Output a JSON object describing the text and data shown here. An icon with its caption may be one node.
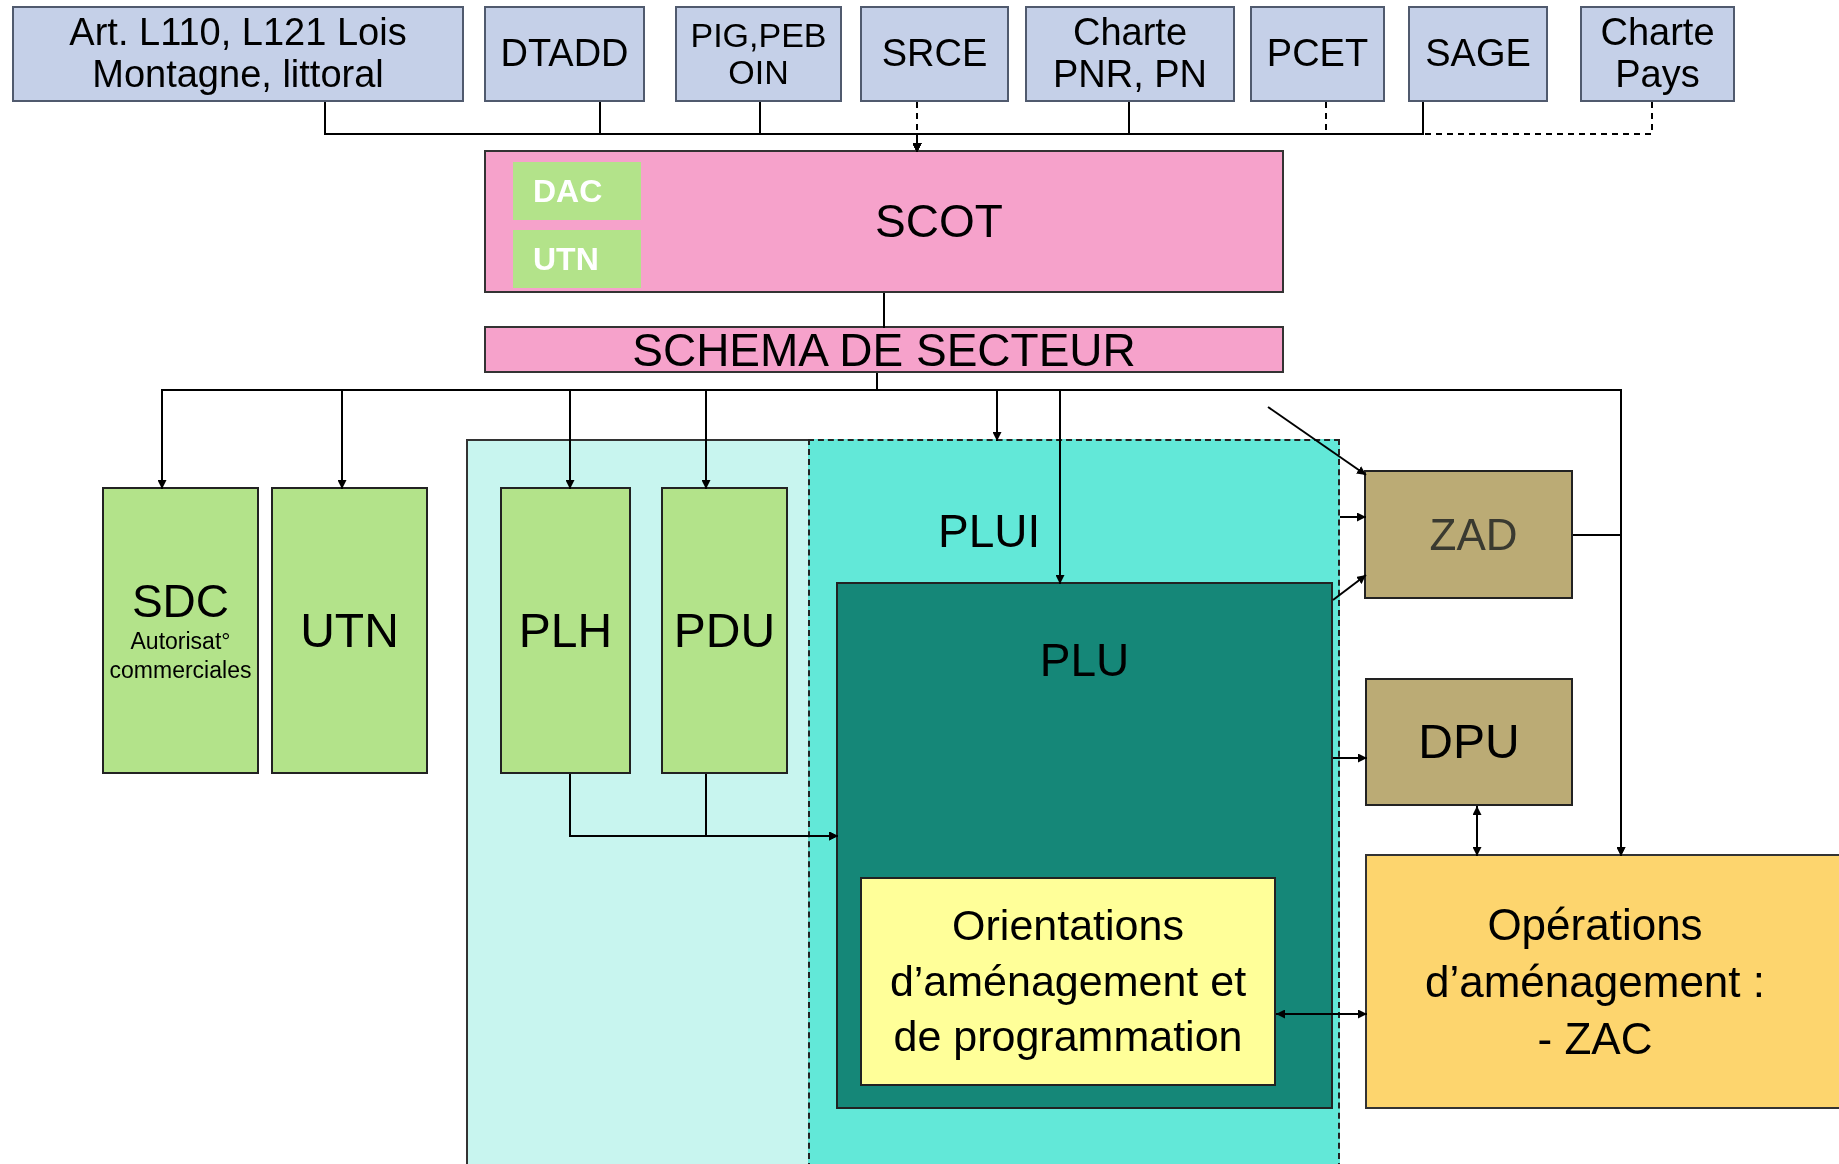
{
  "diagram": {
    "nodes": [
      {
        "text": [
          "Art. L110, L121 Lois Montagne, littoral"
        ]
      },
      {
        "text": [
          "DTADD"
        ]
      },
      {
        "text": [
          "PIG,PEB OIN"
        ]
      },
      {
        "text": [
          "SRCE"
        ]
      },
      {
        "text": [
          "Charte PNR, PN"
        ]
      },
      {
        "text": [
          "PCET"
        ]
      },
      {
        "text": [
          "SAGE"
        ]
      },
      {
        "text": [
          "Charte Pays"
        ]
      },
      {
        "text": [
          "SCOT"
        ]
      },
      {
        "text": [
          "DAC"
        ],
        "in": 8
      },
      {
        "text": [
          "UTN"
        ],
        "in": 8
      },
      {
        "text": [
          "SCHEMA DE SECTEUR"
        ]
      },
      {
        "text": [
          "SDC",
          "Autorisat° commerciales"
        ]
      },
      {
        "text": [
          "UTN"
        ]
      },
      {
        "text": [],
        "shape": "box"
      },
      {
        "text": [
          "PLH"
        ],
        "in": 14
      },
      {
        "text": [
          "PDU"
        ],
        "in": 14
      },
      {
        "text": [
          "PLUI"
        ],
        "in": 14
      },
      {
        "text": [
          "PLU"
        ],
        "in": 17
      },
      {
        "text": [
          "Orientations d’aménagement et de programmation"
        ],
        "in": 18
      },
      {
        "text": [
          "ZAD"
        ]
      },
      {
        "text": [
          "DPU"
        ]
      },
      {
        "text": [
          "Opérations d’aménagement :",
          "- ZAC"
        ]
      }
    ],
    "edges": [
      {
        "from": 0,
        "to": 8,
        "arrow": "to"
      },
      {
        "from": 1,
        "to": 8,
        "arrow": "to"
      },
      {
        "from": 2,
        "to": 8,
        "arrow": "to"
      },
      {
        "from": 3,
        "to": 8,
        "arrow": "to",
        "style": "dashed"
      },
      {
        "from": 4,
        "to": 8,
        "arrow": "to"
      },
      {
        "from": 5,
        "to": 8,
        "arrow": "to",
        "style": "dashed"
      },
      {
        "from": 6,
        "to": 8,
        "arrow": "to"
      },
      {
        "from": 7,
        "to": 8,
        "arrow": "to",
        "style": "dashed"
      },
      {
        "from": 8,
        "to": 11,
        "arrow": "none"
      },
      {
        "from": 11,
        "to": 12,
        "arrow": "to"
      },
      {
        "from": 11,
        "to": 13,
        "arrow": "to"
      },
      {
        "from": 11,
        "to": 15,
        "arrow": "to"
      },
      {
        "from": 11,
        "to": 16,
        "arrow": "to"
      },
      {
        "from": 11,
        "to": 17,
        "arrow": "to"
      },
      {
        "from": 11,
        "to": 18,
        "arrow": "to"
      },
      {
        "from": 11,
        "to": 22,
        "arrow": "to"
      },
      {
        "from": null,
        "to": 20,
        "arrow": "to"
      },
      {
        "from": 17,
        "to": 20,
        "arrow": "to"
      },
      {
        "from": 18,
        "to": 20,
        "arrow": "to"
      },
      {
        "from": 20,
        "to": 22,
        "arrow": "to"
      },
      {
        "from": 18,
        "to": 21,
        "arrow": "to"
      },
      {
        "from": 21,
        "to": 22,
        "arrow": "both"
      },
      {
        "from": 15,
        "to": 18,
        "arrow": "to"
      },
      {
        "from": 16,
        "to": 18,
        "arrow": "to"
      },
      {
        "from": 19,
        "to": 22,
        "arrow": "both"
      }
    ]
  }
}
